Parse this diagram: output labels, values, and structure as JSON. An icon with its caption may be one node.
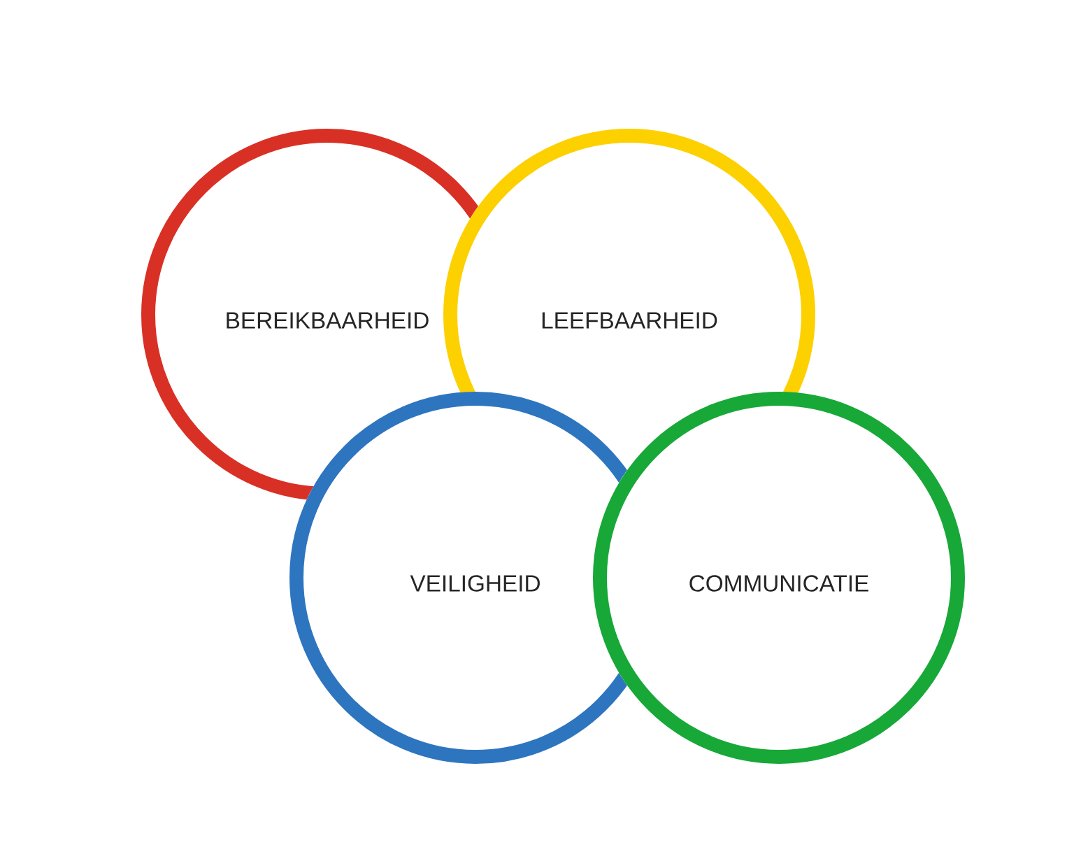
{
  "diagram": {
    "nodes": [
      {
        "text": [
          "BEREIKBAARHEID"
        ]
      },
      {
        "text": [
          "LEEFBAARHEID"
        ]
      },
      {
        "text": [
          "VEILIGHEID"
        ]
      },
      {
        "text": [
          "COMMUNICATIE"
        ]
      }
    ]
  }
}
